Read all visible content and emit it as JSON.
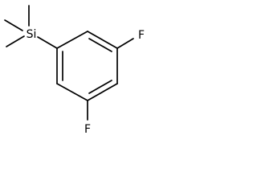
{
  "molecule": {
    "atoms": {
      "silicon": "Si",
      "fluorine_top": "F",
      "fluorine_bottom": "F"
    }
  }
}
